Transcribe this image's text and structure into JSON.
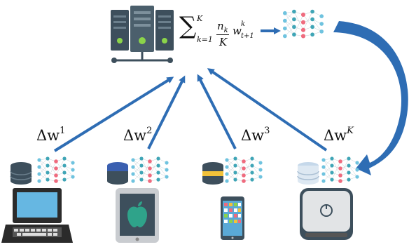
{
  "diagram": {
    "aggregation": {
      "sum_symbol": "∑",
      "upper_limit": "K",
      "lower_limit": "k=1",
      "numerator": "n",
      "numerator_sub": "k",
      "denominator": "K",
      "weight": "w",
      "weight_sup": "k",
      "weight_sub": "t+1"
    },
    "updates": [
      {
        "delta": "Δw",
        "superscript": "1"
      },
      {
        "delta": "Δw",
        "superscript": "2"
      },
      {
        "delta": "Δw",
        "superscript": "3"
      },
      {
        "delta": "Δw",
        "superscript": "K"
      }
    ],
    "devices": [
      "laptop-icon",
      "tablet-icon",
      "phone-icon",
      "desktop-box-icon"
    ],
    "colors": {
      "arrow": "#2e6db4",
      "server": "#3d4f5c",
      "server_light": "#6b7f8c",
      "led": "#8bd44a",
      "node_blue": "#6fc3df",
      "node_pink": "#ef6b7e",
      "node_teal": "#3fa5b6",
      "laptop_screen": "#66b7e2",
      "tablet_body": "#c9ccd0",
      "apple_logo": "#2fa38a"
    }
  }
}
